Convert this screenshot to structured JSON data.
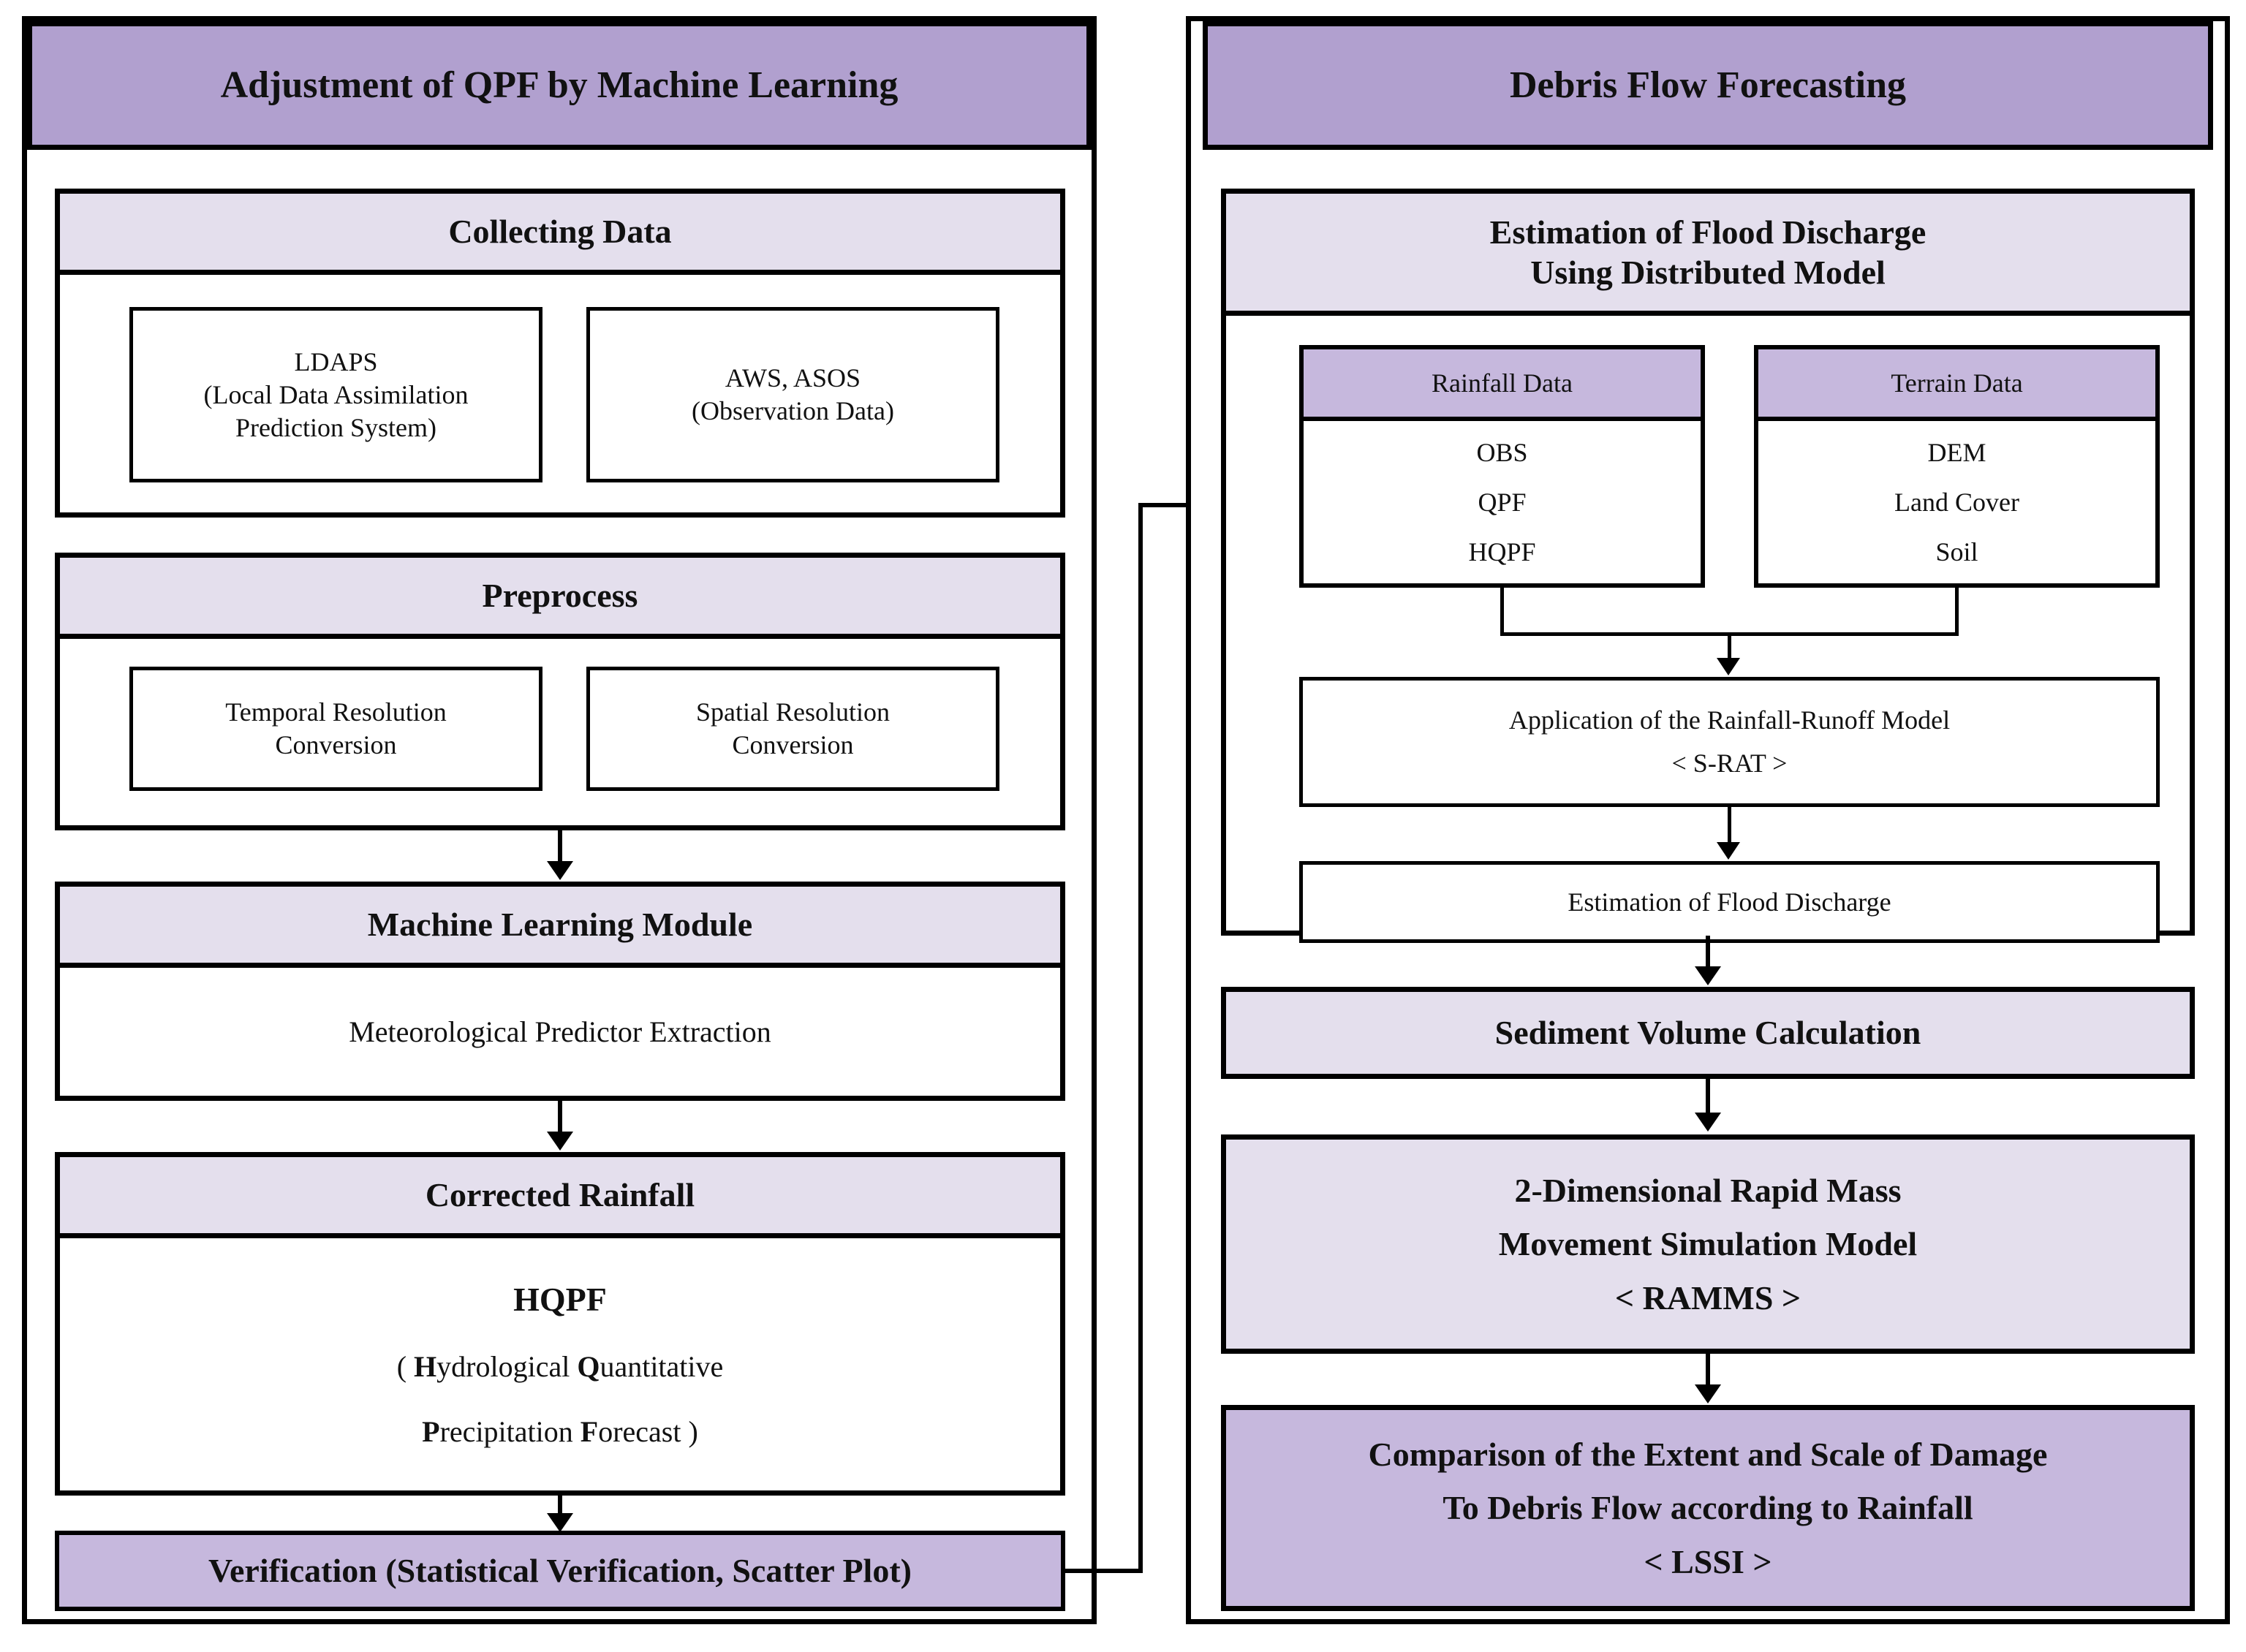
{
  "diagram": {
    "type": "flowchart",
    "title_left": "Adjustment of  QPF by Machine Learning",
    "title_right": "Debris Flow Forecasting",
    "colors": {
      "header_purple": "#b1a0cf",
      "light_lavender": "#e4dfed",
      "medium_lavender": "#c6b8dd",
      "border_black": "#000000",
      "background": "#ffffff"
    }
  },
  "left_panel": {
    "header": "Adjustment of  QPF by Machine Learning",
    "collecting_data": {
      "title": "Collecting Data",
      "items": [
        {
          "line1": "LDAPS",
          "line2": "(Local Data Assimilation",
          "line3": "Prediction System)"
        },
        {
          "line1": "AWS, ASOS",
          "line2": "(Observation Data)",
          "line3": ""
        }
      ]
    },
    "preprocess": {
      "title": "Preprocess",
      "items": [
        {
          "line1": "Temporal Resolution",
          "line2": "Conversion"
        },
        {
          "line1": "Spatial Resolution",
          "line2": "Conversion"
        }
      ]
    },
    "machine_learning": {
      "title": "Machine Learning Module",
      "body": "Meteorological Predictor Extraction"
    },
    "corrected_rainfall": {
      "title": "Corrected Rainfall",
      "acronym": "HQPF",
      "expansion_line1_open": "( ",
      "expansion_line1_a": "H",
      "expansion_line1_b": "ydrological ",
      "expansion_line1_c": "Q",
      "expansion_line1_d": "uantitative",
      "expansion_line2_a": "P",
      "expansion_line2_b": "recipitation ",
      "expansion_line2_c": "F",
      "expansion_line2_d": "orecast )"
    },
    "verification": {
      "label": "Verification (Statistical Verification, Scatter Plot)"
    }
  },
  "right_panel": {
    "header": "Debris Flow Forecasting",
    "flood_discharge": {
      "title_line1": "Estimation of Flood Discharge",
      "title_line2": "Using Distributed Model",
      "rainfall_data": {
        "header": "Rainfall Data",
        "items": [
          "OBS",
          "QPF",
          "HQPF"
        ]
      },
      "terrain_data": {
        "header": "Terrain Data",
        "items": [
          "DEM",
          "Land Cover",
          "Soil"
        ]
      },
      "runoff_model": {
        "line1": "Application of the Rainfall-Runoff Model",
        "line2": "< S-RAT >"
      },
      "estimation": "Estimation of Flood Discharge"
    },
    "sediment": "Sediment Volume Calculation",
    "ramms": {
      "line1": "2-Dimensional Rapid Mass",
      "line2": "Movement Simulation Model",
      "line3": "< RAMMS >"
    },
    "lssi": {
      "line1": "Comparison of the Extent and Scale of Damage",
      "line2": "To Debris Flow according to Rainfall",
      "line3": "< LSSI >"
    }
  }
}
